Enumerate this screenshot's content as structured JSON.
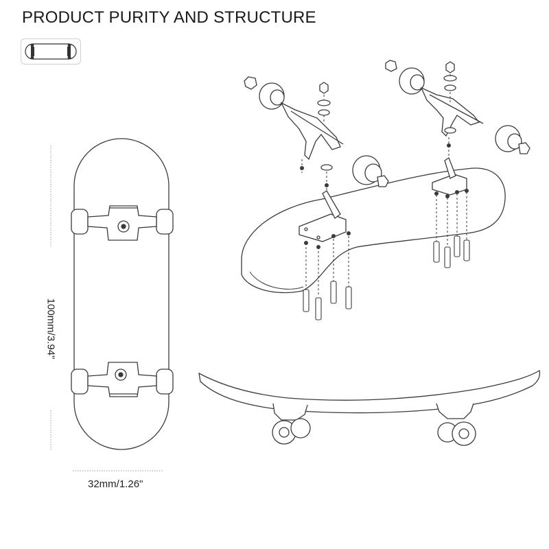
{
  "page": {
    "title": "PRODUCT PURITY AND STRUCTURE"
  },
  "dimensions": {
    "height_label": "100mm/3.94\"",
    "width_label": "32mm/1.26\""
  },
  "colors": {
    "line": "#3a3a3a",
    "dim_line": "#9a9a9a",
    "thumb_border": "#d0d0d0"
  }
}
